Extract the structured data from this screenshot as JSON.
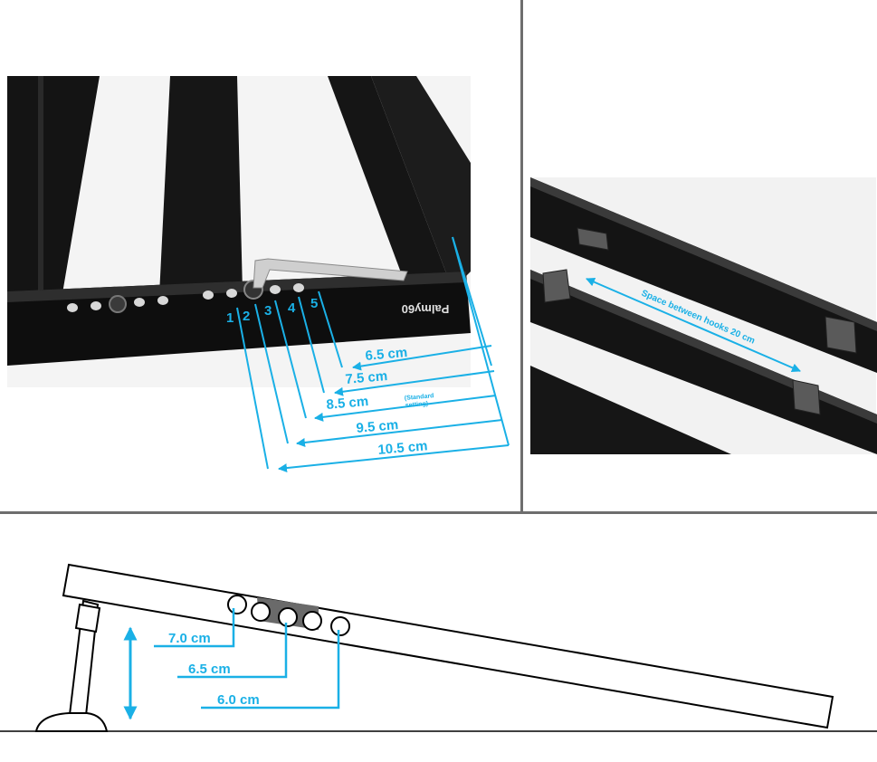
{
  "colors": {
    "accent": "#1ab0e6",
    "divider": "#6e6e6e",
    "board": "#000000",
    "frame": "#111111"
  },
  "icons": [
    "allen-key-icon",
    "height-arrow-icon"
  ],
  "angle_panel": {
    "hole_numbers": [
      "1",
      "2",
      "3",
      "4",
      "5"
    ],
    "settings": [
      {
        "hole": "1",
        "height": "10.5 cm"
      },
      {
        "hole": "2",
        "height": "9.5 cm"
      },
      {
        "hole": "3",
        "height": "8.5 cm",
        "note": "(Standard setting)"
      },
      {
        "hole": "4",
        "height": "7.5 cm"
      },
      {
        "hole": "5",
        "height": "6.5 cm"
      }
    ],
    "standard_note_line1": "(Standard",
    "standard_note_line2": "setting)",
    "brand_mark": "Palmy60"
  },
  "hooks_panel": {
    "label": "Space between hooks 20 cm"
  },
  "side_panel": {
    "heights": [
      "7.0 cm",
      "6.5 cm",
      "6.0 cm"
    ]
  }
}
